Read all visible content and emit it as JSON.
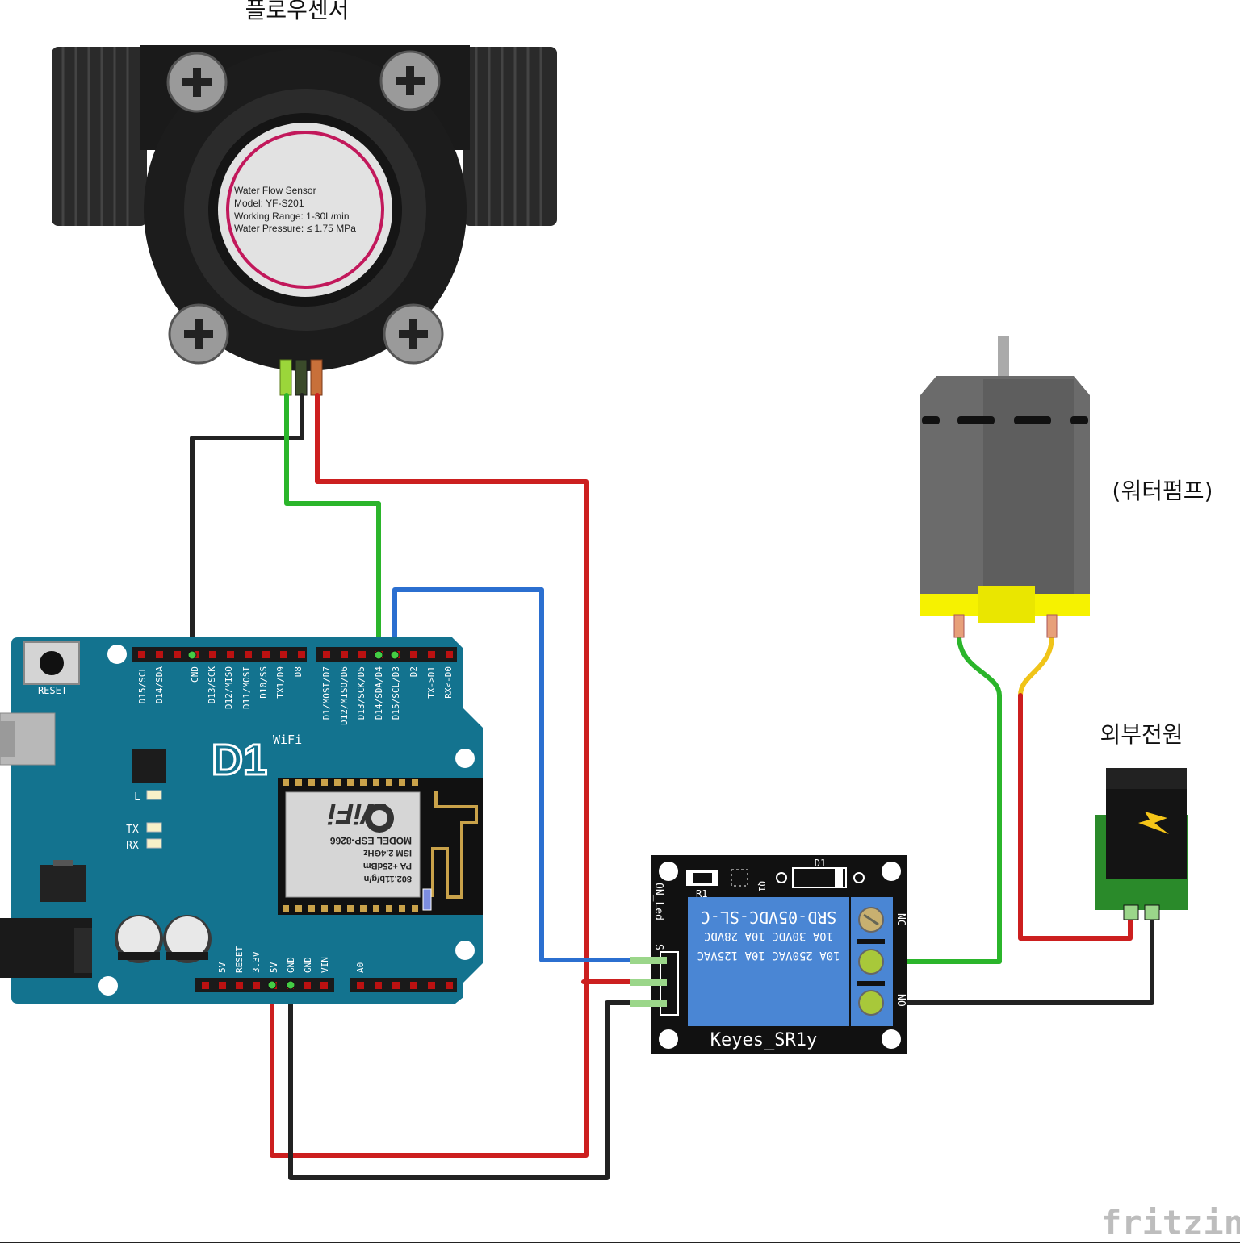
{
  "labels": {
    "flow_sensor": "플로우센서",
    "water_pump": "(워터펌프)",
    "external_power": "외부전원",
    "watermark": "fritzing"
  },
  "flow_sensor": {
    "label_lines": [
      "Water Flow Sensor",
      "Model: YF-S201",
      "Working Range: 1-30L/min",
      "Water Pressure: ≤ 1.75 MPa"
    ],
    "accent_color": "#c2185b"
  },
  "d1_board": {
    "logo": "D1",
    "logo_sup": "WiFi",
    "reset_label": "RESET",
    "top_pins_left": [
      "D15/SCL",
      "D14/SDA",
      "",
      "GND",
      "",
      "D13/SCK",
      "D12/MISO",
      "D11/MOSI",
      "D10/SS",
      "TX1/D9",
      "D8"
    ],
    "top_pins_right": [
      "D1/MOSI/D7",
      "D12/MISO/D6",
      "D13/SCK/D5",
      "D14/SDA/D4",
      "D15/SCL/D3",
      "",
      "D2",
      "",
      "TX->D1",
      "RX<-D0"
    ],
    "bottom_pins": [
      "",
      "5V",
      "RESET",
      "3.3V",
      "5V",
      "GND",
      "GND",
      "VIN"
    ],
    "analog_pin": "A0",
    "led_l": "L",
    "led_tx": "TX",
    "led_rx": "RX",
    "module_lines": [
      "802.11b/g/n",
      "PA +25dBm",
      "ISM 2.4GHz",
      "MODEL  ESP-8266",
      "WiFi"
    ],
    "board_color": "#13738f"
  },
  "relay": {
    "name": "Keyes_SR1y",
    "relay_lines": [
      "SRD-05VDC-SL-C",
      "10A 250VAC  10A 125VAC",
      "10A 30VDC  10A 28VDC"
    ],
    "d1": "D1",
    "r1": "R1",
    "q1": "Q1",
    "on_led": "ON_Led",
    "s_label": "S",
    "nc": "NC",
    "no": "NO",
    "relay_color": "#4a86d4"
  },
  "wire_colors": {
    "red": "#cc1f1f",
    "black": "#222222",
    "green": "#2bb52b",
    "blue": "#2b6fd0",
    "yellow": "#f0c419"
  }
}
